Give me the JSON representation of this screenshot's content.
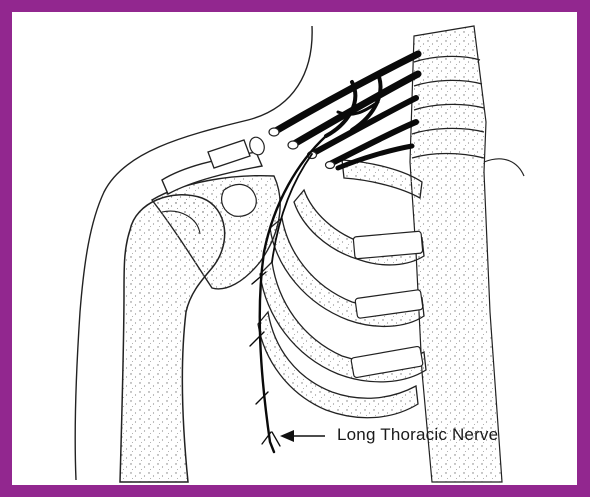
{
  "frame": {
    "border_color": "#92278f"
  },
  "annotation": {
    "label": "Long Thoracic Nerve"
  },
  "structures": [
    "body-outline",
    "humerus",
    "scapula",
    "clavicle",
    "ribs",
    "cervical-spine",
    "brachial-plexus",
    "long-thoracic-nerve"
  ]
}
